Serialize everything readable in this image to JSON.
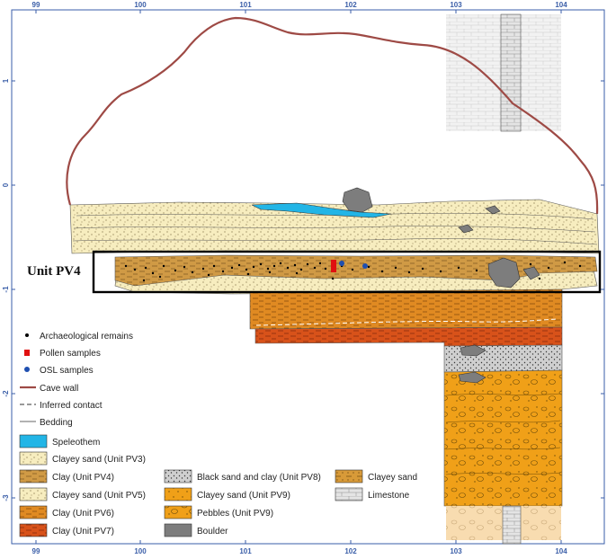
{
  "x_ticks_top": [
    "99",
    "100",
    "101",
    "102",
    "103",
    "104"
  ],
  "x_ticks_bottom": [
    "99",
    "100",
    "101",
    "102",
    "103",
    "104"
  ],
  "y_ticks": [
    "1",
    "0",
    "-1",
    "-2",
    "-3"
  ],
  "unit_label": "Unit PV4",
  "legend": {
    "archaeological": "Archaeological remains",
    "pollen": "Pollen samples",
    "osl": "OSL samples",
    "cave_wall": "Cave wall",
    "inferred_contact": "Inferred contact",
    "bedding": "Bedding",
    "speleothem": "Speleothem",
    "pv3": "Clayey sand (Unit PV3)",
    "pv4": "Clay (Unit PV4)",
    "pv5": "Clayey sand (Unit PV5)",
    "pv6": "Clay (Unit PV6)",
    "pv7": "Clay (Unit PV7)",
    "pv8": "Black sand and clay (Unit PV8)",
    "pv9_sand": "Clayey sand (Unit PV9)",
    "pv9_pebbles": "Pebbles (Unit PV9)",
    "boulder": "Boulder",
    "clayey_sand": "Clayey sand",
    "limestone": "Limestone"
  },
  "colors": {
    "cave_wall": "#9e4a45",
    "speleothem": "#22b5e6",
    "sand": "#f7edbf",
    "clay": "#d09a45",
    "clay_pv6": "#e08a22",
    "clay_pv7": "#d8521a",
    "pv8": "#cfcfcf",
    "pv9": "#f0a018",
    "boulder": "#7d7d7d",
    "ticks": "#3a5ea8"
  }
}
